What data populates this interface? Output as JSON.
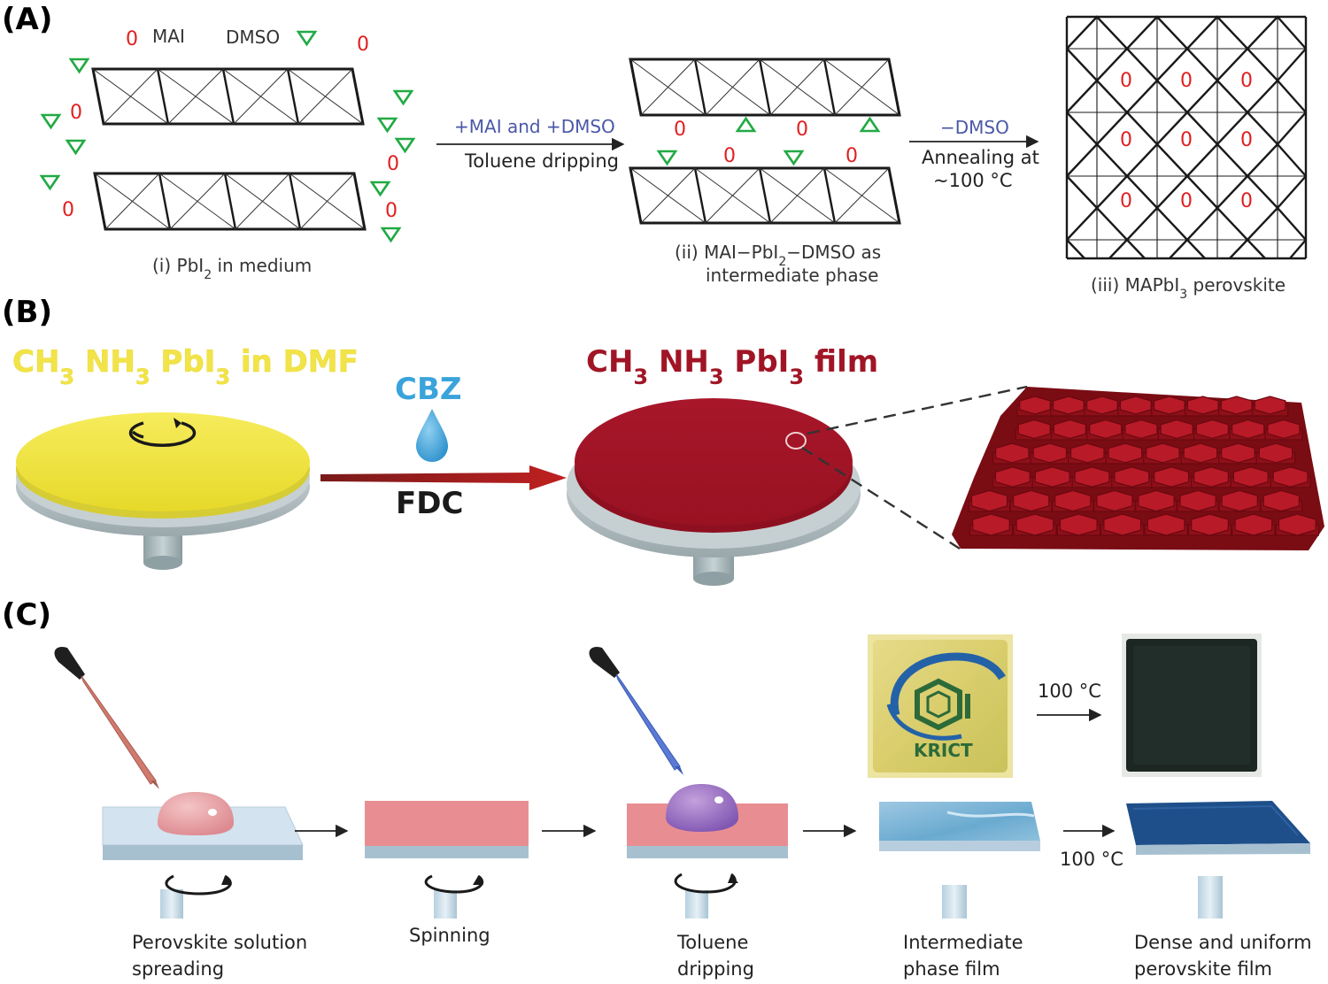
{
  "panels": {
    "a": "(A)",
    "b": "(B)",
    "c": "(C)"
  },
  "panel_a": {
    "legend_mai_symbol": "0",
    "legend_mai": "MAI",
    "legend_dmso": "DMSO",
    "ion_symbol": "0",
    "stage1_caption_prefix": "(i) PbI",
    "stage1_caption_sub": "2",
    "stage1_caption_suffix": " in medium",
    "arrow1_top": "+MAI and +DMSO",
    "arrow1_bottom": "Toluene dripping",
    "stage2_caption_line1_prefix": "(ii) MAI−PbI",
    "stage2_caption_line1_sub": "2",
    "stage2_caption_line1_suffix": "−DMSO as",
    "stage2_caption_line2": "intermediate phase",
    "arrow2_top": "−DMSO",
    "arrow2_bottom1": "Annealing at",
    "arrow2_bottom2": "~100 °C",
    "stage3_caption_prefix": "(iii) MAPbI",
    "stage3_caption_sub": "3",
    "stage3_caption_suffix": " perovskite"
  },
  "panel_b": {
    "solution_label_parts": [
      "CH",
      "3",
      " NH",
      "3",
      " PbI",
      "3",
      "  in DMF"
    ],
    "film_label_parts": [
      "CH",
      "3",
      " NH",
      "3",
      " PbI",
      "3",
      "  film"
    ],
    "antisolvent": "CBZ",
    "process": "FDC"
  },
  "panel_c": {
    "logo_text": "KRICT",
    "photo_arrow_label": "100 °C",
    "step_arrow_label": "100 °C",
    "steps": [
      {
        "line1": "Perovskite solution",
        "line2": "spreading"
      },
      {
        "line1": "Spinning",
        "line2": ""
      },
      {
        "line1": "Toluene",
        "line2": "dripping"
      },
      {
        "line1": "Intermediate",
        "line2": "phase film"
      },
      {
        "line1": "Dense and uniform",
        "line2": "perovskite film"
      }
    ]
  },
  "colors": {
    "ion_red": "#e02020",
    "dmso_green": "#22aa44",
    "yellow_film": "#f0e33a",
    "red_film": "#a8162a",
    "cbz_blue": "#3ba3db",
    "pink_film": "#e5888a",
    "intermediate_film": "#7ab6d8",
    "final_film": "#1f4f8a"
  }
}
